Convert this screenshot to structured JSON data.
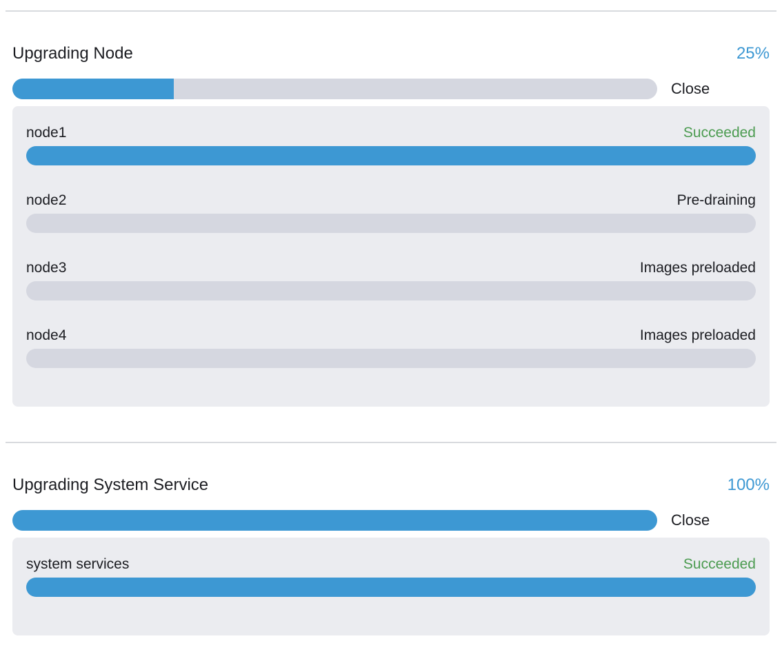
{
  "colors": {
    "primary": "#3d98d3",
    "success": "#4b9b50",
    "track": "#d5d7e0",
    "panel": "#ebecf0",
    "text": "#1b1c21",
    "divider": "#d8dade"
  },
  "sections": [
    {
      "title": "Upgrading Node",
      "percent_label": "25%",
      "percent_value": 25,
      "close_label": "Close",
      "items": [
        {
          "name": "node1",
          "status": "Succeeded",
          "status_type": "success",
          "progress": 100
        },
        {
          "name": "node2",
          "status": "Pre-draining",
          "status_type": "normal",
          "progress": 0
        },
        {
          "name": "node3",
          "status": "Images preloaded",
          "status_type": "normal",
          "progress": 0
        },
        {
          "name": "node4",
          "status": "Images preloaded",
          "status_type": "normal",
          "progress": 0
        }
      ]
    },
    {
      "title": "Upgrading System Service",
      "percent_label": "100%",
      "percent_value": 100,
      "close_label": "Close",
      "items": [
        {
          "name": "system services",
          "status": "Succeeded",
          "status_type": "success",
          "progress": 100
        }
      ]
    }
  ]
}
